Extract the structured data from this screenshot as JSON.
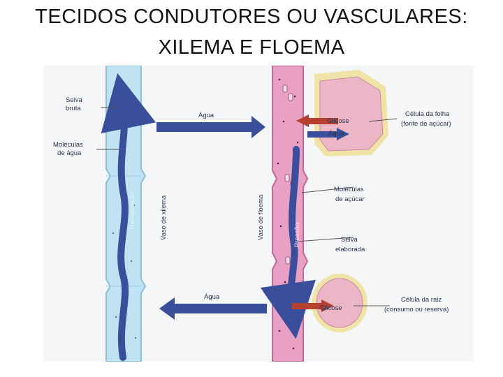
{
  "title": {
    "line1": "TECIDOS CONDUTORES OU VASCULARES:",
    "line2": "XILEMA E FLOEMA"
  },
  "diagram": {
    "labels": {
      "seiva_bruta_1": "Seiva",
      "seiva_bruta_2": "bruta",
      "moleculas_agua_1": "Moléculas",
      "moleculas_agua_2": "de água",
      "transpiracao": "Transpiração",
      "vaso_xilema": "Vaso de xilema",
      "agua_top": "Água",
      "agua_bottom": "Água",
      "vaso_floema": "Vaso de floema",
      "pressao": "Pressão",
      "glicose_top": "Glicose",
      "agua_leaf": "Água",
      "celula_folha_1": "Célula da folha",
      "celula_folha_2": "(fonte de açúcar)",
      "moleculas_acucar_1": "Moléculas",
      "moleculas_acucar_2": "de açúcar",
      "seiva_elaborada_1": "Seiva",
      "seiva_elaborada_2": "elaborada",
      "glicose_root": "Glicose",
      "celula_raiz_1": "Célula da raiz",
      "celula_raiz_2": "(consumo ou reserva)"
    },
    "colors": {
      "xylem_fill": "#bfe3f2",
      "phloem_fill": "#e9a0c4",
      "arrow_blue": "#3a4f9c",
      "arrow_red": "#b5402e",
      "cell_fill": "#ecb6c7",
      "cell_border": "#efe3a6"
    }
  }
}
